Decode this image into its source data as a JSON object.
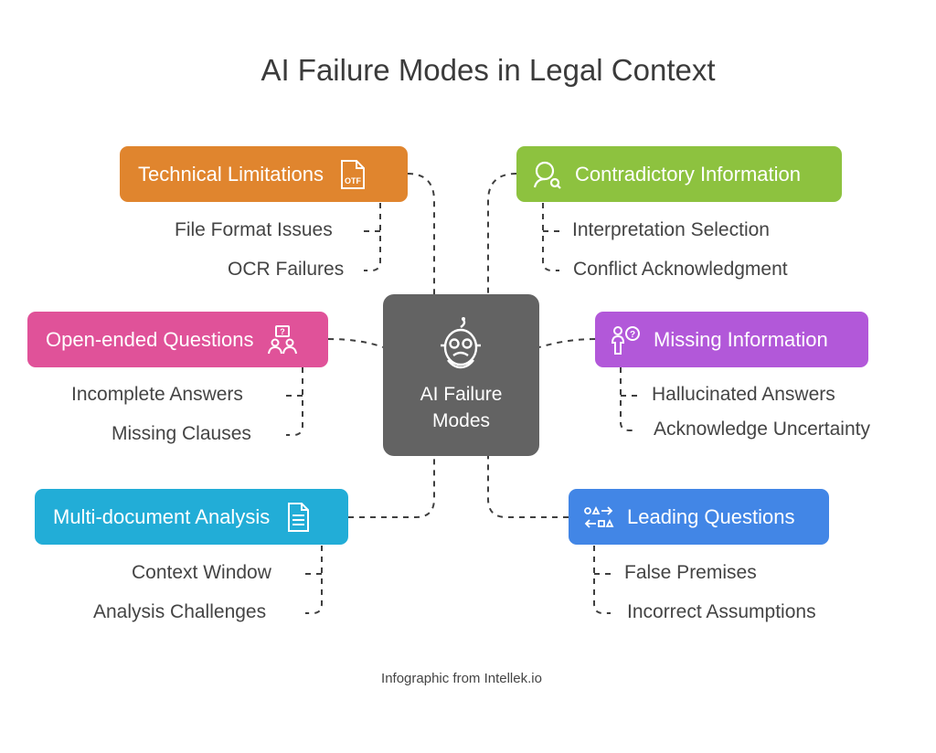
{
  "title": "AI Failure Modes in Legal Context",
  "center": {
    "line1": "AI Failure",
    "line2": "Modes",
    "icon": "robot-icon"
  },
  "nodes": {
    "technical": {
      "label": "Technical Limitations",
      "color": "#e0852e",
      "icon": "otf-file-icon",
      "subs": [
        "File Format Issues",
        "OCR Failures"
      ]
    },
    "contradictory": {
      "label": "Contradictory Information",
      "color": "#8dc23f",
      "icon": "person-search-icon",
      "subs": [
        "Interpretation Selection",
        "Conflict Acknowledgment"
      ]
    },
    "openended": {
      "label": "Open-ended Questions",
      "color": "#e05299",
      "icon": "question-group-icon",
      "subs": [
        "Incomplete Answers",
        "Missing Clauses"
      ]
    },
    "missing": {
      "label": "Missing Information",
      "color": "#b258d9",
      "icon": "person-question-icon",
      "subs": [
        "Hallucinated Answers",
        "Acknowledge Uncertainty"
      ]
    },
    "multidoc": {
      "label": "Multi-document Analysis",
      "color": "#22add7",
      "icon": "document-icon",
      "subs": [
        "Context Window",
        "Analysis Challenges"
      ]
    },
    "leading": {
      "label": "Leading Questions",
      "color": "#4286e6",
      "icon": "shapes-arrows-icon",
      "subs": [
        "False Premises",
        "Incorrect Assumptions"
      ]
    }
  },
  "footer": "Infographic from Intellek.io"
}
